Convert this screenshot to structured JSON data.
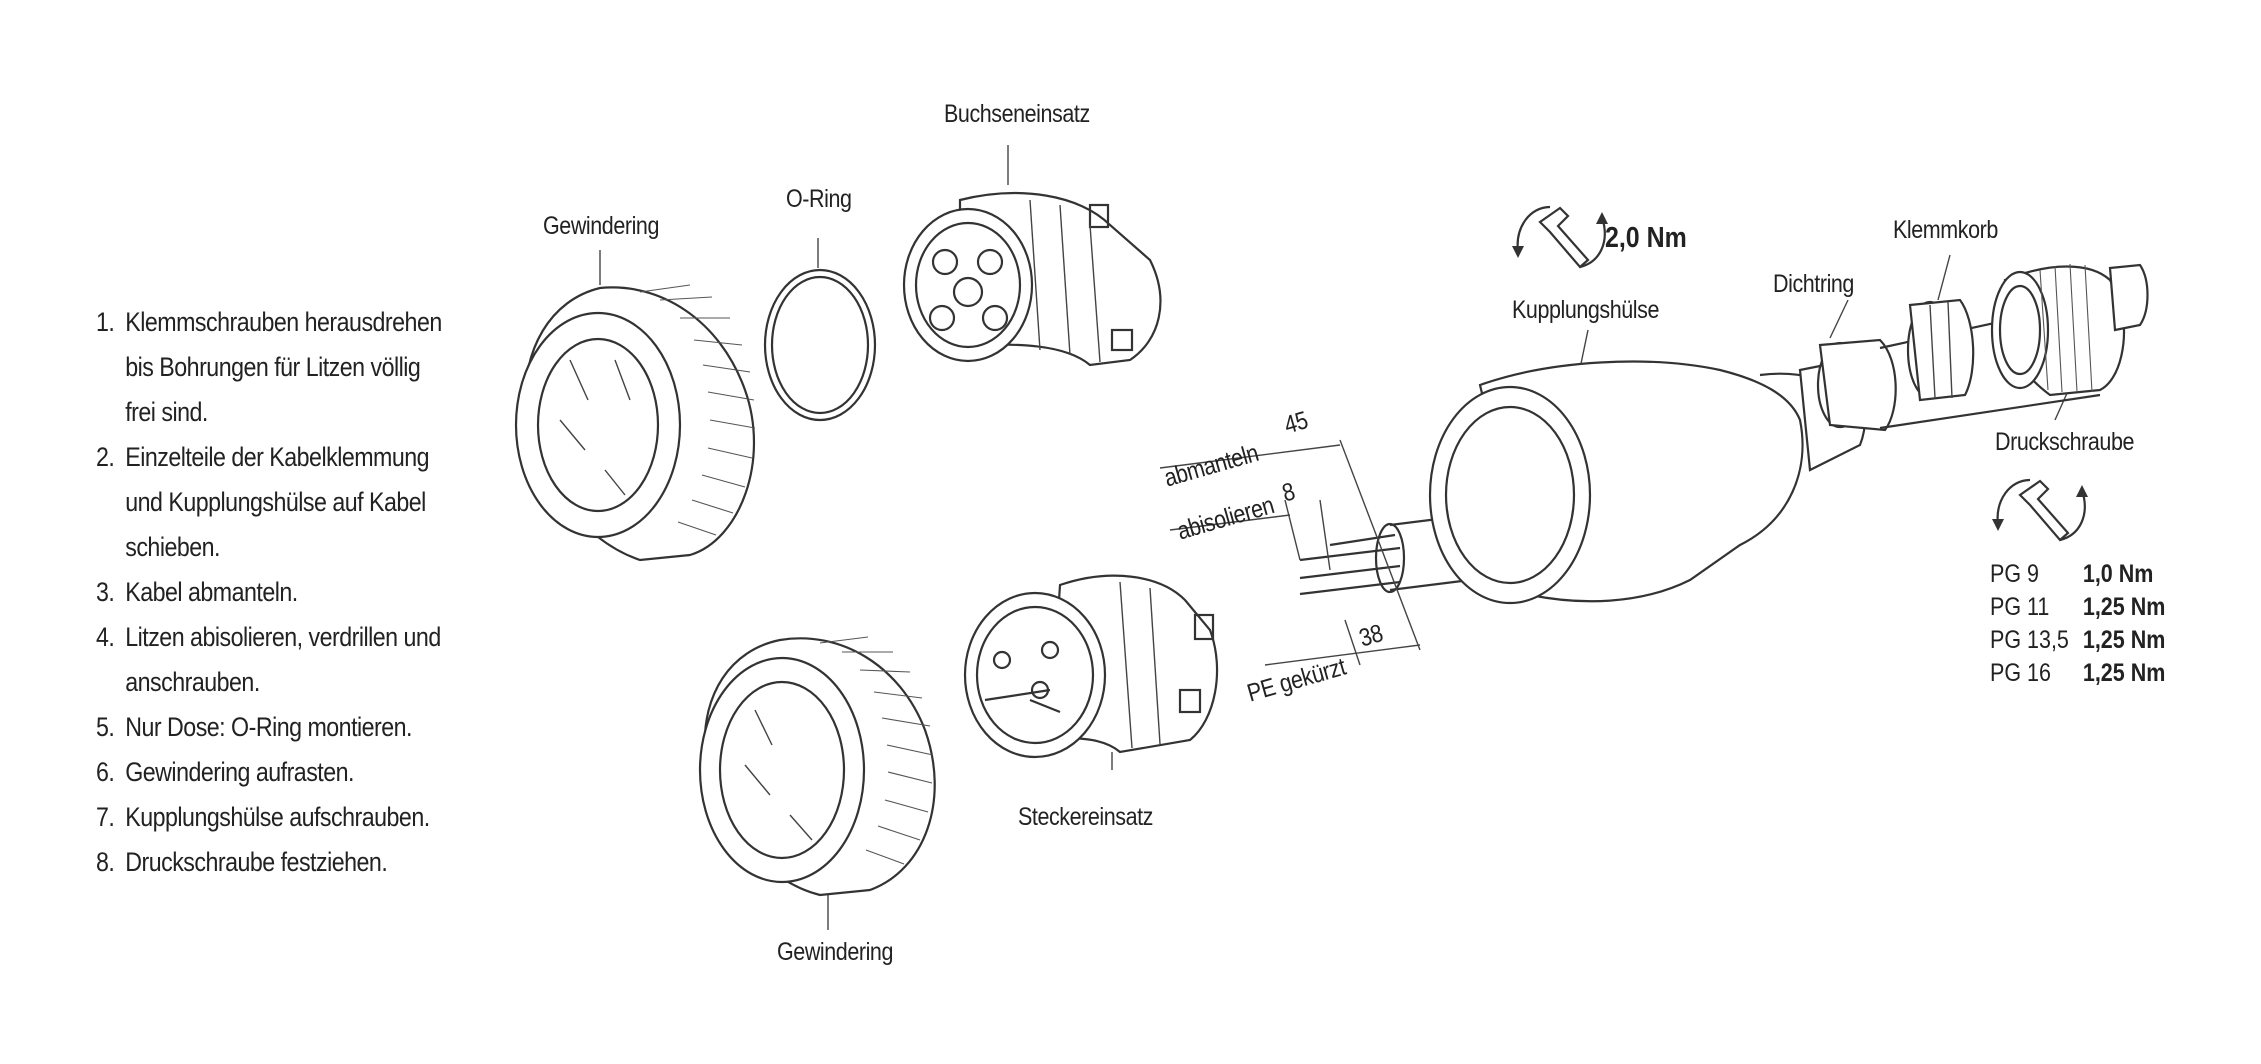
{
  "steps": [
    {
      "num": "1.",
      "line1": "Klemmschrauben herausdrehen",
      "line2": "bis Bohrungen für Litzen völlig",
      "line3": "frei sind."
    },
    {
      "num": "2.",
      "line1": "Einzelteile der Kabelklemmung",
      "line2": "und Kupplungshülse auf Kabel",
      "line3": "schieben."
    },
    {
      "num": "3.",
      "line1": "Kabel abmanteln."
    },
    {
      "num": "4.",
      "line1": "Litzen abisolieren, verdrillen und",
      "line2": "anschrauben."
    },
    {
      "num": "5.",
      "line1": "Nur Dose: O-Ring montieren."
    },
    {
      "num": "6.",
      "line1": "Gewindering aufrasten."
    },
    {
      "num": "7.",
      "line1": "Kupplungshülse aufschrauben."
    },
    {
      "num": "8.",
      "line1": "Druckschraube festziehen."
    }
  ],
  "labels": {
    "buchseneinsatz": "Buchseneinsatz",
    "gewindering_top": "Gewindering",
    "oring": "O-Ring",
    "kupplungshuelse": "Kupplungshülse",
    "dichtring": "Dichtring",
    "klemmkorb": "Klemmkorb",
    "druckschraube": "Druckschraube",
    "steckereinsatz": "Steckereinsatz",
    "gewindering_bottom": "Gewindering",
    "abmanteln": "abmanteln",
    "abisolieren": "abisolieren",
    "pe_gekuerzt": "PE gekürzt",
    "dim_45": "45",
    "dim_8": "8",
    "dim_38": "38"
  },
  "torque_main": "2,0 Nm",
  "torque_table": [
    {
      "pg": "PG 9",
      "nm": "1,0 Nm"
    },
    {
      "pg": "PG 11",
      "nm": "1,25 Nm"
    },
    {
      "pg": "PG 13,5",
      "nm": "1,25 Nm"
    },
    {
      "pg": "PG 16",
      "nm": "1,25 Nm"
    }
  ],
  "icons": [
    "wrench-rotate-icon",
    "wrench-rotate-icon"
  ],
  "colors": {
    "line": "#333333",
    "background": "#ffffff"
  }
}
